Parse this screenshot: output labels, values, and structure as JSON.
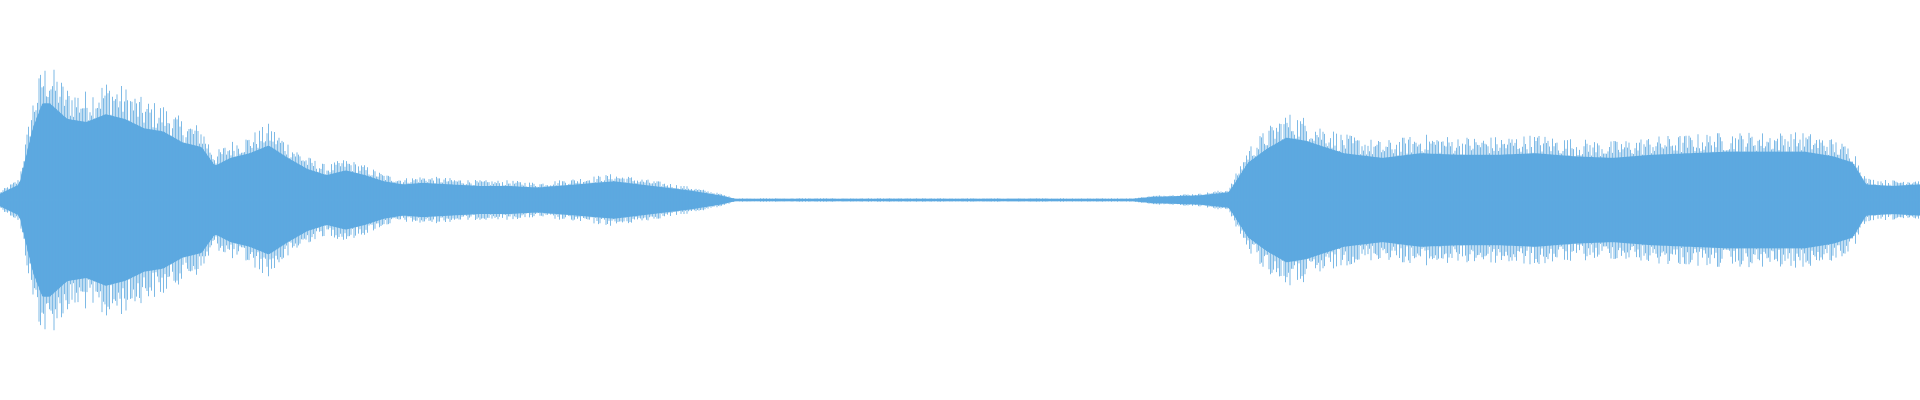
{
  "waveform": {
    "color": "#5DA9E0",
    "background": "#FFFFFF",
    "amplitude_profile": [
      [
        0.0,
        0.04
      ],
      [
        0.01,
        0.1
      ],
      [
        0.017,
        0.46
      ],
      [
        0.022,
        0.62
      ],
      [
        0.026,
        0.62
      ],
      [
        0.035,
        0.52
      ],
      [
        0.045,
        0.5
      ],
      [
        0.055,
        0.55
      ],
      [
        0.065,
        0.52
      ],
      [
        0.075,
        0.46
      ],
      [
        0.085,
        0.44
      ],
      [
        0.095,
        0.37
      ],
      [
        0.105,
        0.34
      ],
      [
        0.112,
        0.22
      ],
      [
        0.12,
        0.27
      ],
      [
        0.13,
        0.3
      ],
      [
        0.14,
        0.35
      ],
      [
        0.15,
        0.27
      ],
      [
        0.16,
        0.2
      ],
      [
        0.17,
        0.16
      ],
      [
        0.18,
        0.19
      ],
      [
        0.19,
        0.16
      ],
      [
        0.2,
        0.12
      ],
      [
        0.21,
        0.1
      ],
      [
        0.22,
        0.11
      ],
      [
        0.235,
        0.1
      ],
      [
        0.25,
        0.09
      ],
      [
        0.265,
        0.09
      ],
      [
        0.28,
        0.08
      ],
      [
        0.3,
        0.1
      ],
      [
        0.32,
        0.12
      ],
      [
        0.34,
        0.09
      ],
      [
        0.36,
        0.06
      ],
      [
        0.375,
        0.03
      ],
      [
        0.383,
        0.008
      ],
      [
        0.59,
        0.008
      ],
      [
        0.6,
        0.02
      ],
      [
        0.625,
        0.03
      ],
      [
        0.64,
        0.05
      ],
      [
        0.65,
        0.24
      ],
      [
        0.66,
        0.33
      ],
      [
        0.67,
        0.4
      ],
      [
        0.68,
        0.38
      ],
      [
        0.7,
        0.3
      ],
      [
        0.72,
        0.27
      ],
      [
        0.74,
        0.3
      ],
      [
        0.76,
        0.29
      ],
      [
        0.78,
        0.29
      ],
      [
        0.8,
        0.3
      ],
      [
        0.82,
        0.28
      ],
      [
        0.84,
        0.27
      ],
      [
        0.86,
        0.29
      ],
      [
        0.88,
        0.3
      ],
      [
        0.9,
        0.31
      ],
      [
        0.92,
        0.31
      ],
      [
        0.94,
        0.31
      ],
      [
        0.955,
        0.28
      ],
      [
        0.965,
        0.24
      ],
      [
        0.972,
        0.1
      ],
      [
        0.985,
        0.09
      ],
      [
        1.0,
        0.1
      ]
    ]
  }
}
